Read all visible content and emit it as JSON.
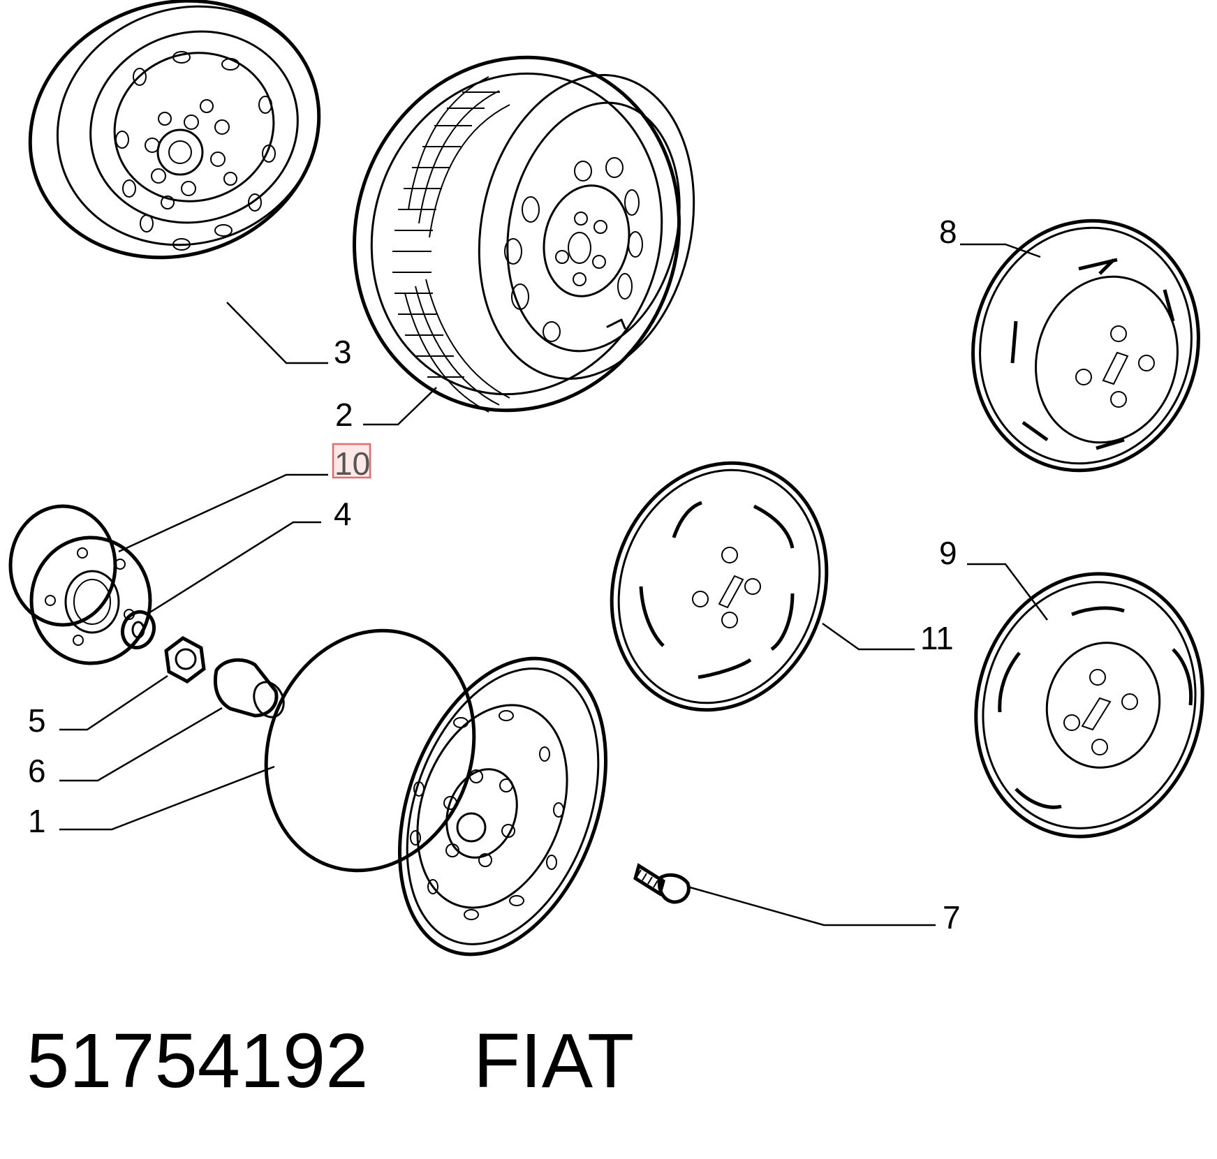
{
  "callouts": [
    {
      "id": "1",
      "text": "1"
    },
    {
      "id": "2",
      "text": "2"
    },
    {
      "id": "3",
      "text": "3"
    },
    {
      "id": "4",
      "text": "4"
    },
    {
      "id": "5",
      "text": "5"
    },
    {
      "id": "6",
      "text": "6"
    },
    {
      "id": "7",
      "text": "7"
    },
    {
      "id": "8",
      "text": "8"
    },
    {
      "id": "9",
      "text": "9"
    },
    {
      "id": "10",
      "text": "10",
      "highlighted": true
    },
    {
      "id": "11",
      "text": "11"
    }
  ],
  "caption": {
    "part_number": "51754192",
    "brand": "FIAT"
  },
  "colors": {
    "line": "#000000",
    "highlight_fill": "#fde8e8",
    "highlight_border": "#e36a6a",
    "highlight_text": "#555555"
  }
}
